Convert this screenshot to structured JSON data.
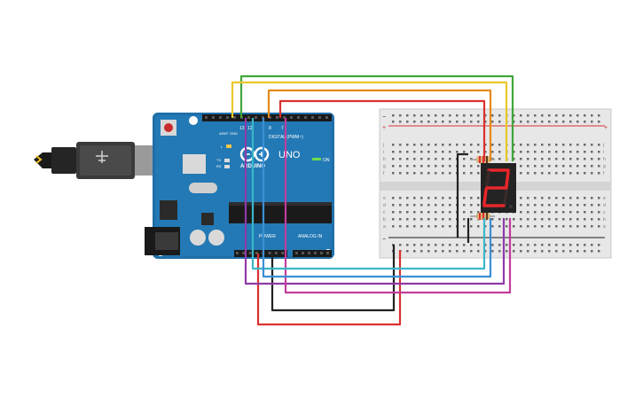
{
  "arduino": {
    "brand": "ARDUINO",
    "model": "UNO",
    "on_label": "ON",
    "digital_label": "DIGITAL (PWM~)",
    "power_label": "POWER",
    "analog_label": "ANALOG IN",
    "aref_label": "AREF",
    "gnd_label": "GND",
    "l_label": "L",
    "tx_label": "TX",
    "rx_label": "RX",
    "pin_13": "13",
    "pin_12": "12",
    "pin_8": "8",
    "pin_7": "7"
  },
  "display": {
    "digit": "2",
    "color": "#e8262b"
  },
  "breadboard": {
    "rail_plus": "+",
    "rail_minus": "−",
    "row_letters_top": [
      "j",
      "i",
      "h",
      "g",
      "f"
    ],
    "row_letters_bottom": [
      "e",
      "d",
      "c",
      "b",
      "a"
    ]
  },
  "wire_colors": {
    "green": "#3fa53a",
    "yellow": "#e8c72a",
    "orange": "#e68a1a",
    "red": "#d9312f",
    "purple": "#8f3aa8",
    "magenta": "#c23c9d",
    "cyan": "#3ab7c9",
    "blue": "#3b8fd4",
    "black": "#222222"
  }
}
